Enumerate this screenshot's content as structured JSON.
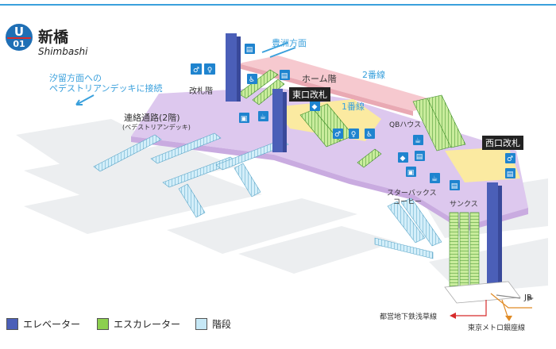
{
  "station": {
    "line_letter": "U",
    "number": "01",
    "name": "新橋",
    "romaji": "Shimbashi"
  },
  "labels": {
    "toyosu": "豊洲方面",
    "shiodome_1": "汐留方面への",
    "shiodome_2": "ペデストリアンデッキに接続",
    "kaisatsu_floor": "改札階",
    "home_floor": "ホーム階",
    "track2": "2番線",
    "track1": "1番線",
    "east_gate": "東口改札",
    "west_gate": "西口改札",
    "corridor": "連絡通路(2階)",
    "corridor_sub": "(ペデストリアンデッキ)",
    "qb": "QBハウス",
    "starbucks": "スターバックス",
    "coffee": "コーヒー",
    "sunkus": "サンクス",
    "jr": "JR",
    "toei": "都営地下鉄浅草線",
    "metro": "東京メトロ銀座線"
  },
  "legend": [
    {
      "label": "エレベーター",
      "color": "#4b5fb8"
    },
    {
      "label": "エスカレーター",
      "color": "#8ccf4e"
    },
    {
      "label": "階段",
      "color": "#c6e8f6"
    }
  ],
  "icons": [
    {
      "name": "restroom-icon"
    },
    {
      "name": "ticket-machine-icon"
    },
    {
      "name": "accessible-icon"
    },
    {
      "name": "shop-icon"
    },
    {
      "name": "coffee-icon"
    },
    {
      "name": "bus-icon"
    }
  ]
}
